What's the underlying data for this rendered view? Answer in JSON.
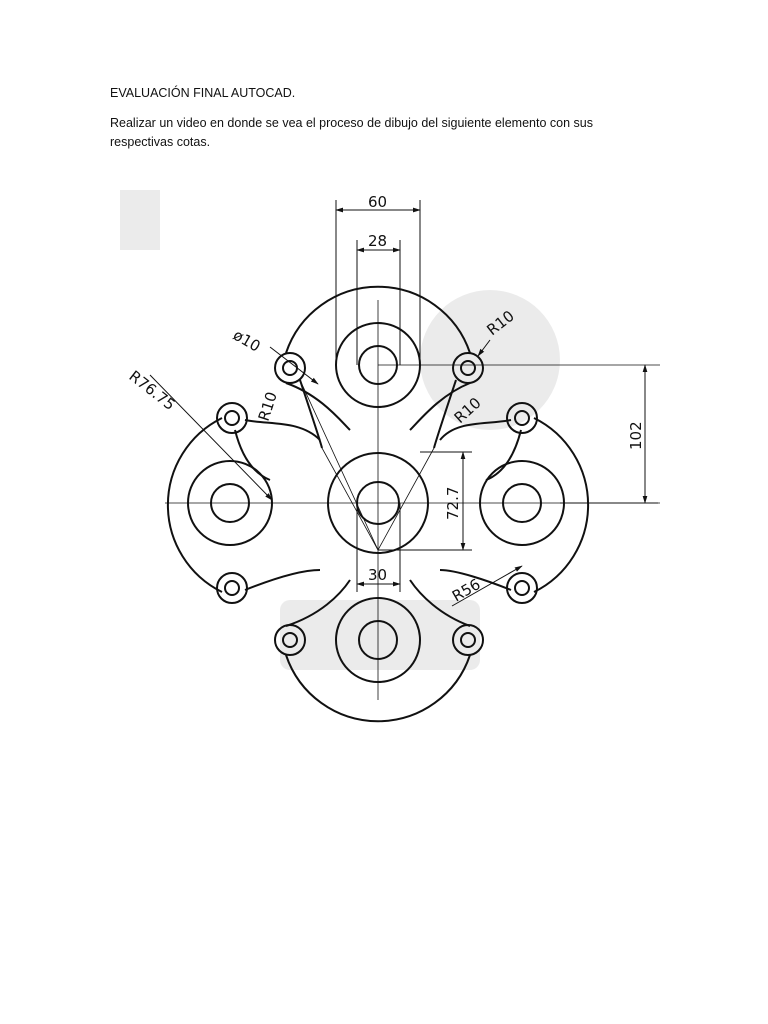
{
  "document": {
    "heading": "EVALUACIÓN FINAL AUTOCAD.",
    "instruction": "Realizar un video en donde se vea el proceso de dibujo del siguiente elemento con sus respectivas cotas."
  },
  "drawing": {
    "dimensions": {
      "width_60": "60",
      "width_28": "28",
      "dia_10": "ø10",
      "r10_top_right": "R10",
      "r10_left": "R10",
      "r10_right": "R10",
      "r76_75": "R76.75",
      "height_102": "102",
      "height_72_7": "72.7",
      "width_30": "30",
      "r56": "R56"
    }
  }
}
